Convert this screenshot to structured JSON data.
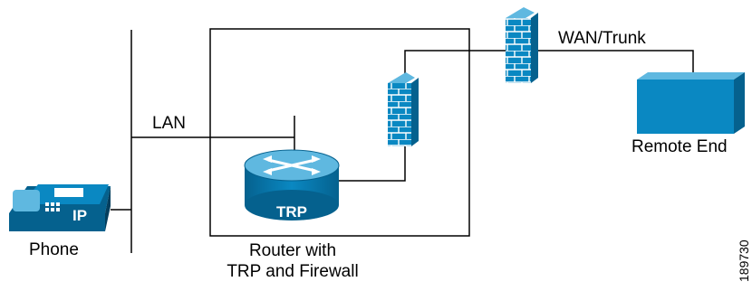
{
  "labels": {
    "lan": "LAN",
    "wan": "WAN/Trunk",
    "remote": "Remote End",
    "phone": "Phone",
    "router_line1": "Router with",
    "router_line2": "TRP and Firewall",
    "router_badge": "TRP",
    "phone_badge": "IP",
    "figure_id": "189730"
  },
  "icons": {
    "phone": "ip-phone-icon",
    "router": "router-icon",
    "firewall": "firewall-icon",
    "remote": "remote-end-device-icon"
  },
  "colors": {
    "device": "#0a88c2",
    "device_dark": "#05618e",
    "device_light": "#5fb8e0"
  }
}
